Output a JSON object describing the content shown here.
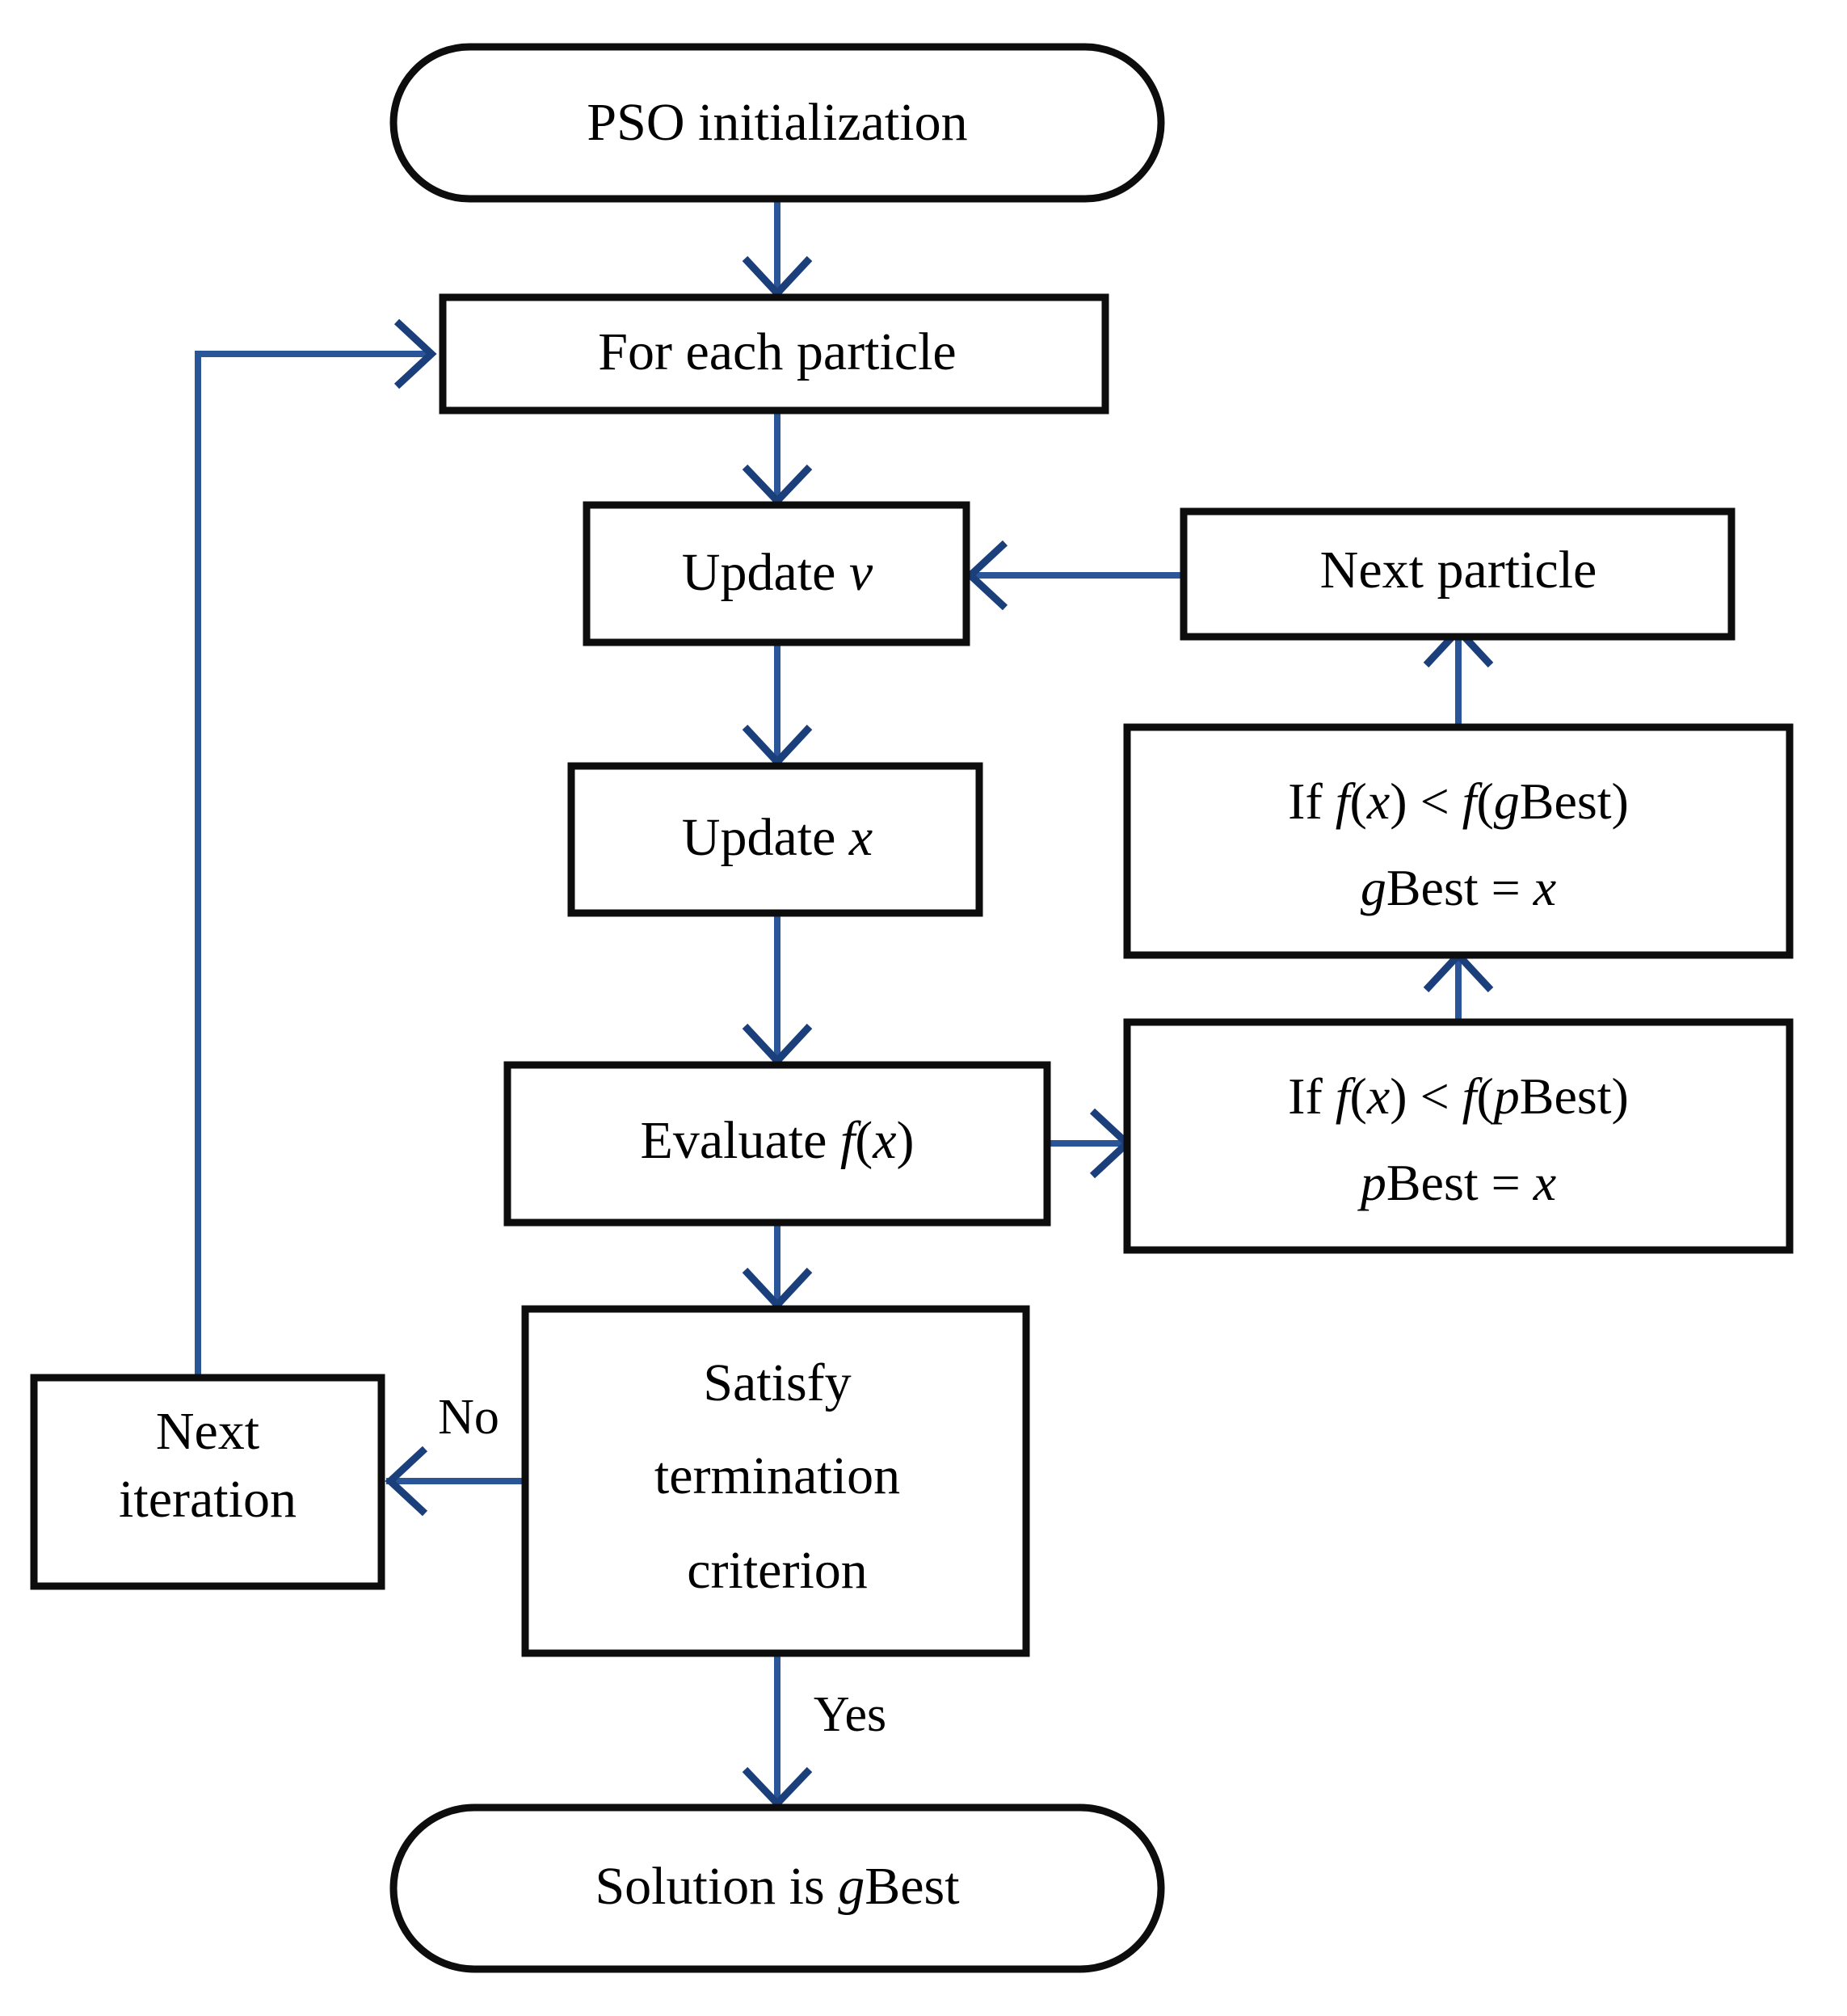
{
  "diagram": {
    "title": "PSO flowchart",
    "colors": {
      "node_stroke": "#0d0d0d",
      "node_fill": "#ffffff",
      "edge": "#2a5699",
      "arrowhead": "#1b3f7a",
      "background": "#ffffff",
      "text": "#000000"
    },
    "nodes": [
      {
        "id": "start",
        "shape": "terminator",
        "label": "PSO initialization",
        "lines": [
          {
            "segments": [
              {
                "text": "PSO initialization",
                "style": "upright"
              }
            ]
          }
        ]
      },
      {
        "id": "for-each-particle",
        "shape": "process",
        "label": "For each particle",
        "lines": [
          {
            "segments": [
              {
                "text": "For each particle",
                "style": "upright"
              }
            ]
          }
        ]
      },
      {
        "id": "update-v",
        "shape": "process",
        "label": "Update v",
        "lines": [
          {
            "segments": [
              {
                "text": "Update ",
                "style": "upright"
              },
              {
                "text": "v",
                "style": "italic"
              }
            ]
          }
        ]
      },
      {
        "id": "update-x",
        "shape": "process",
        "label": "Update x",
        "lines": [
          {
            "segments": [
              {
                "text": "Update ",
                "style": "upright"
              },
              {
                "text": "x",
                "style": "italic"
              }
            ]
          }
        ]
      },
      {
        "id": "evaluate-fx",
        "shape": "process",
        "label": "Evaluate f(x)",
        "lines": [
          {
            "segments": [
              {
                "text": "Evaluate ",
                "style": "upright"
              },
              {
                "text": "f",
                "style": "italic"
              },
              {
                "text": "(",
                "style": "upright"
              },
              {
                "text": "x",
                "style": "italic"
              },
              {
                "text": ")",
                "style": "upright"
              }
            ]
          }
        ]
      },
      {
        "id": "next-particle",
        "shape": "process",
        "label": "Next particle",
        "lines": [
          {
            "segments": [
              {
                "text": "Next particle",
                "style": "upright"
              }
            ]
          }
        ]
      },
      {
        "id": "if-gbest",
        "shape": "process",
        "label": "If f(x) < f(gBest) gBest = x",
        "lines": [
          {
            "segments": [
              {
                "text": "If ",
                "style": "upright"
              },
              {
                "text": "f",
                "style": "italic"
              },
              {
                "text": "(",
                "style": "upright"
              },
              {
                "text": "x",
                "style": "italic"
              },
              {
                "text": ") < ",
                "style": "upright"
              },
              {
                "text": "f",
                "style": "italic"
              },
              {
                "text": "(",
                "style": "upright"
              },
              {
                "text": "g",
                "style": "italic"
              },
              {
                "text": "Best)",
                "style": "upright"
              }
            ]
          },
          {
            "segments": [
              {
                "text": "g",
                "style": "italic"
              },
              {
                "text": "Best = ",
                "style": "upright"
              },
              {
                "text": "x",
                "style": "italic"
              }
            ]
          }
        ]
      },
      {
        "id": "if-pbest",
        "shape": "process",
        "label": "If f(x) < f(pBest) pBest = x",
        "lines": [
          {
            "segments": [
              {
                "text": "If ",
                "style": "upright"
              },
              {
                "text": "f",
                "style": "italic"
              },
              {
                "text": "(",
                "style": "upright"
              },
              {
                "text": "x",
                "style": "italic"
              },
              {
                "text": ") < ",
                "style": "upright"
              },
              {
                "text": "f",
                "style": "italic"
              },
              {
                "text": "(",
                "style": "upright"
              },
              {
                "text": "p",
                "style": "italic"
              },
              {
                "text": "Best)",
                "style": "upright"
              }
            ]
          },
          {
            "segments": [
              {
                "text": "p",
                "style": "italic"
              },
              {
                "text": "Best = ",
                "style": "upright"
              },
              {
                "text": "x",
                "style": "italic"
              }
            ]
          }
        ]
      },
      {
        "id": "termination",
        "shape": "process",
        "label": "Satisfy termination criterion",
        "lines": [
          {
            "segments": [
              {
                "text": "Satisfy",
                "style": "upright"
              }
            ]
          },
          {
            "segments": [
              {
                "text": "termination",
                "style": "upright"
              }
            ]
          },
          {
            "segments": [
              {
                "text": "criterion",
                "style": "upright"
              }
            ]
          }
        ]
      },
      {
        "id": "next-iteration",
        "shape": "process",
        "label": "Next iteration",
        "lines": [
          {
            "segments": [
              {
                "text": "Next",
                "style": "upright"
              }
            ]
          },
          {
            "segments": [
              {
                "text": "iteration",
                "style": "upright"
              }
            ]
          }
        ]
      },
      {
        "id": "end",
        "shape": "terminator",
        "label": "Solution is gBest",
        "lines": [
          {
            "segments": [
              {
                "text": "Solution is ",
                "style": "upright"
              },
              {
                "text": "g",
                "style": "italic"
              },
              {
                "text": "Best",
                "style": "upright"
              }
            ]
          }
        ]
      }
    ],
    "edge_labels": [
      {
        "id": "label-no",
        "text": "No"
      },
      {
        "id": "label-yes",
        "text": "Yes"
      }
    ],
    "edges": [
      {
        "from": "start",
        "to": "for-each-particle"
      },
      {
        "from": "for-each-particle",
        "to": "update-v"
      },
      {
        "from": "update-v",
        "to": "update-x"
      },
      {
        "from": "update-x",
        "to": "evaluate-fx"
      },
      {
        "from": "evaluate-fx",
        "to": "if-pbest"
      },
      {
        "from": "if-pbest",
        "to": "if-gbest"
      },
      {
        "from": "if-gbest",
        "to": "next-particle"
      },
      {
        "from": "next-particle",
        "to": "update-v"
      },
      {
        "from": "evaluate-fx",
        "to": "termination"
      },
      {
        "from": "termination",
        "to": "next-iteration",
        "label": "No"
      },
      {
        "from": "next-iteration",
        "to": "for-each-particle"
      },
      {
        "from": "termination",
        "to": "end",
        "label": "Yes"
      }
    ]
  },
  "node_text": {
    "start_l0": "PSO initialization",
    "fep_l0": "For each particle",
    "upv_pre": "Update ",
    "upv_var": "v",
    "upx_pre": "Update ",
    "upx_var": "x",
    "eval_pre": "Evaluate ",
    "eval_f": "f",
    "eval_open": "(",
    "eval_x": "x",
    "eval_close": ")",
    "nextp_l0": "Next particle",
    "gb_if": "If ",
    "gb_f1": "f",
    "gb_o1": "(",
    "gb_x1": "x",
    "gb_lt": ") < ",
    "gb_f2": "f",
    "gb_o2": "(",
    "gb_g": "g",
    "gb_best": "Best)",
    "gb2_g": "g",
    "gb2_best": "Best = ",
    "gb2_x": "x",
    "pb_if": "If ",
    "pb_f1": "f",
    "pb_o1": "(",
    "pb_x1": "x",
    "pb_lt": ") < ",
    "pb_f2": "f",
    "pb_o2": "(",
    "pb_p": "p",
    "pb_best": "Best)",
    "pb2_p": "p",
    "pb2_best": "Best = ",
    "pb2_x": "x",
    "term_l0": "Satisfy",
    "term_l1": "termination",
    "term_l2": "criterion",
    "ni_l0": "Next",
    "ni_l1": "iteration",
    "end_pre": "Solution is ",
    "end_g": "g",
    "end_best": "Best",
    "lbl_no": "No",
    "lbl_yes": "Yes"
  }
}
